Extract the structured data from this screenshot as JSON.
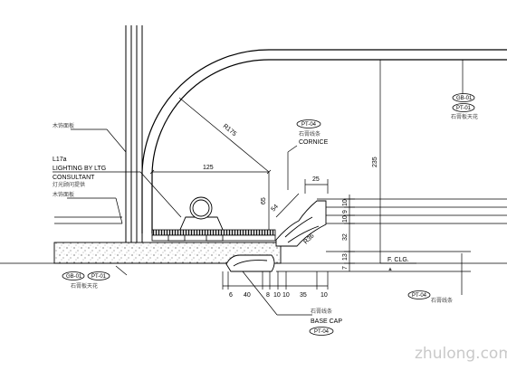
{
  "drawing": {
    "dimensions": {
      "radius": "R175",
      "width_125": "125",
      "height_65": "65",
      "dim_54": "54",
      "dim_25": "25",
      "r_r36": "R36",
      "height_235": "235",
      "right_10": "10",
      "right_9": "9",
      "right_10b": "10",
      "right_32": "32",
      "right_13": "13",
      "right_7": "7",
      "bottom": [
        "6",
        "40",
        "8",
        "10",
        "10",
        "35",
        "10"
      ]
    },
    "labels": {
      "lighting_code": "L17a",
      "lighting_line1": "LIGHTING BY LTG",
      "lighting_line2": "CONSULTANT",
      "lighting_cn": "灯光顾问提供",
      "top_left_cn": "木饰面板",
      "mid_left_cn": "木饰面板",
      "cornice_tag": "PT-04",
      "cornice_cn": "石膏线条",
      "cornice": "CORNICE",
      "fclg": "F. CLG.",
      "base_cap": "BASE CAP",
      "base_cap_tag": "PT-04",
      "base_cap_cn": "石膏线条",
      "right_tag1": "GB-01",
      "right_tag2": "PT-01",
      "right_cn": "石膏板天花",
      "left_tag1": "GB-01",
      "left_tag2": "PT-01",
      "left_cn": "石膏板天花",
      "br_tag": "PT-04",
      "br_cn": "石膏线条"
    },
    "watermark": "zhulong.com"
  }
}
